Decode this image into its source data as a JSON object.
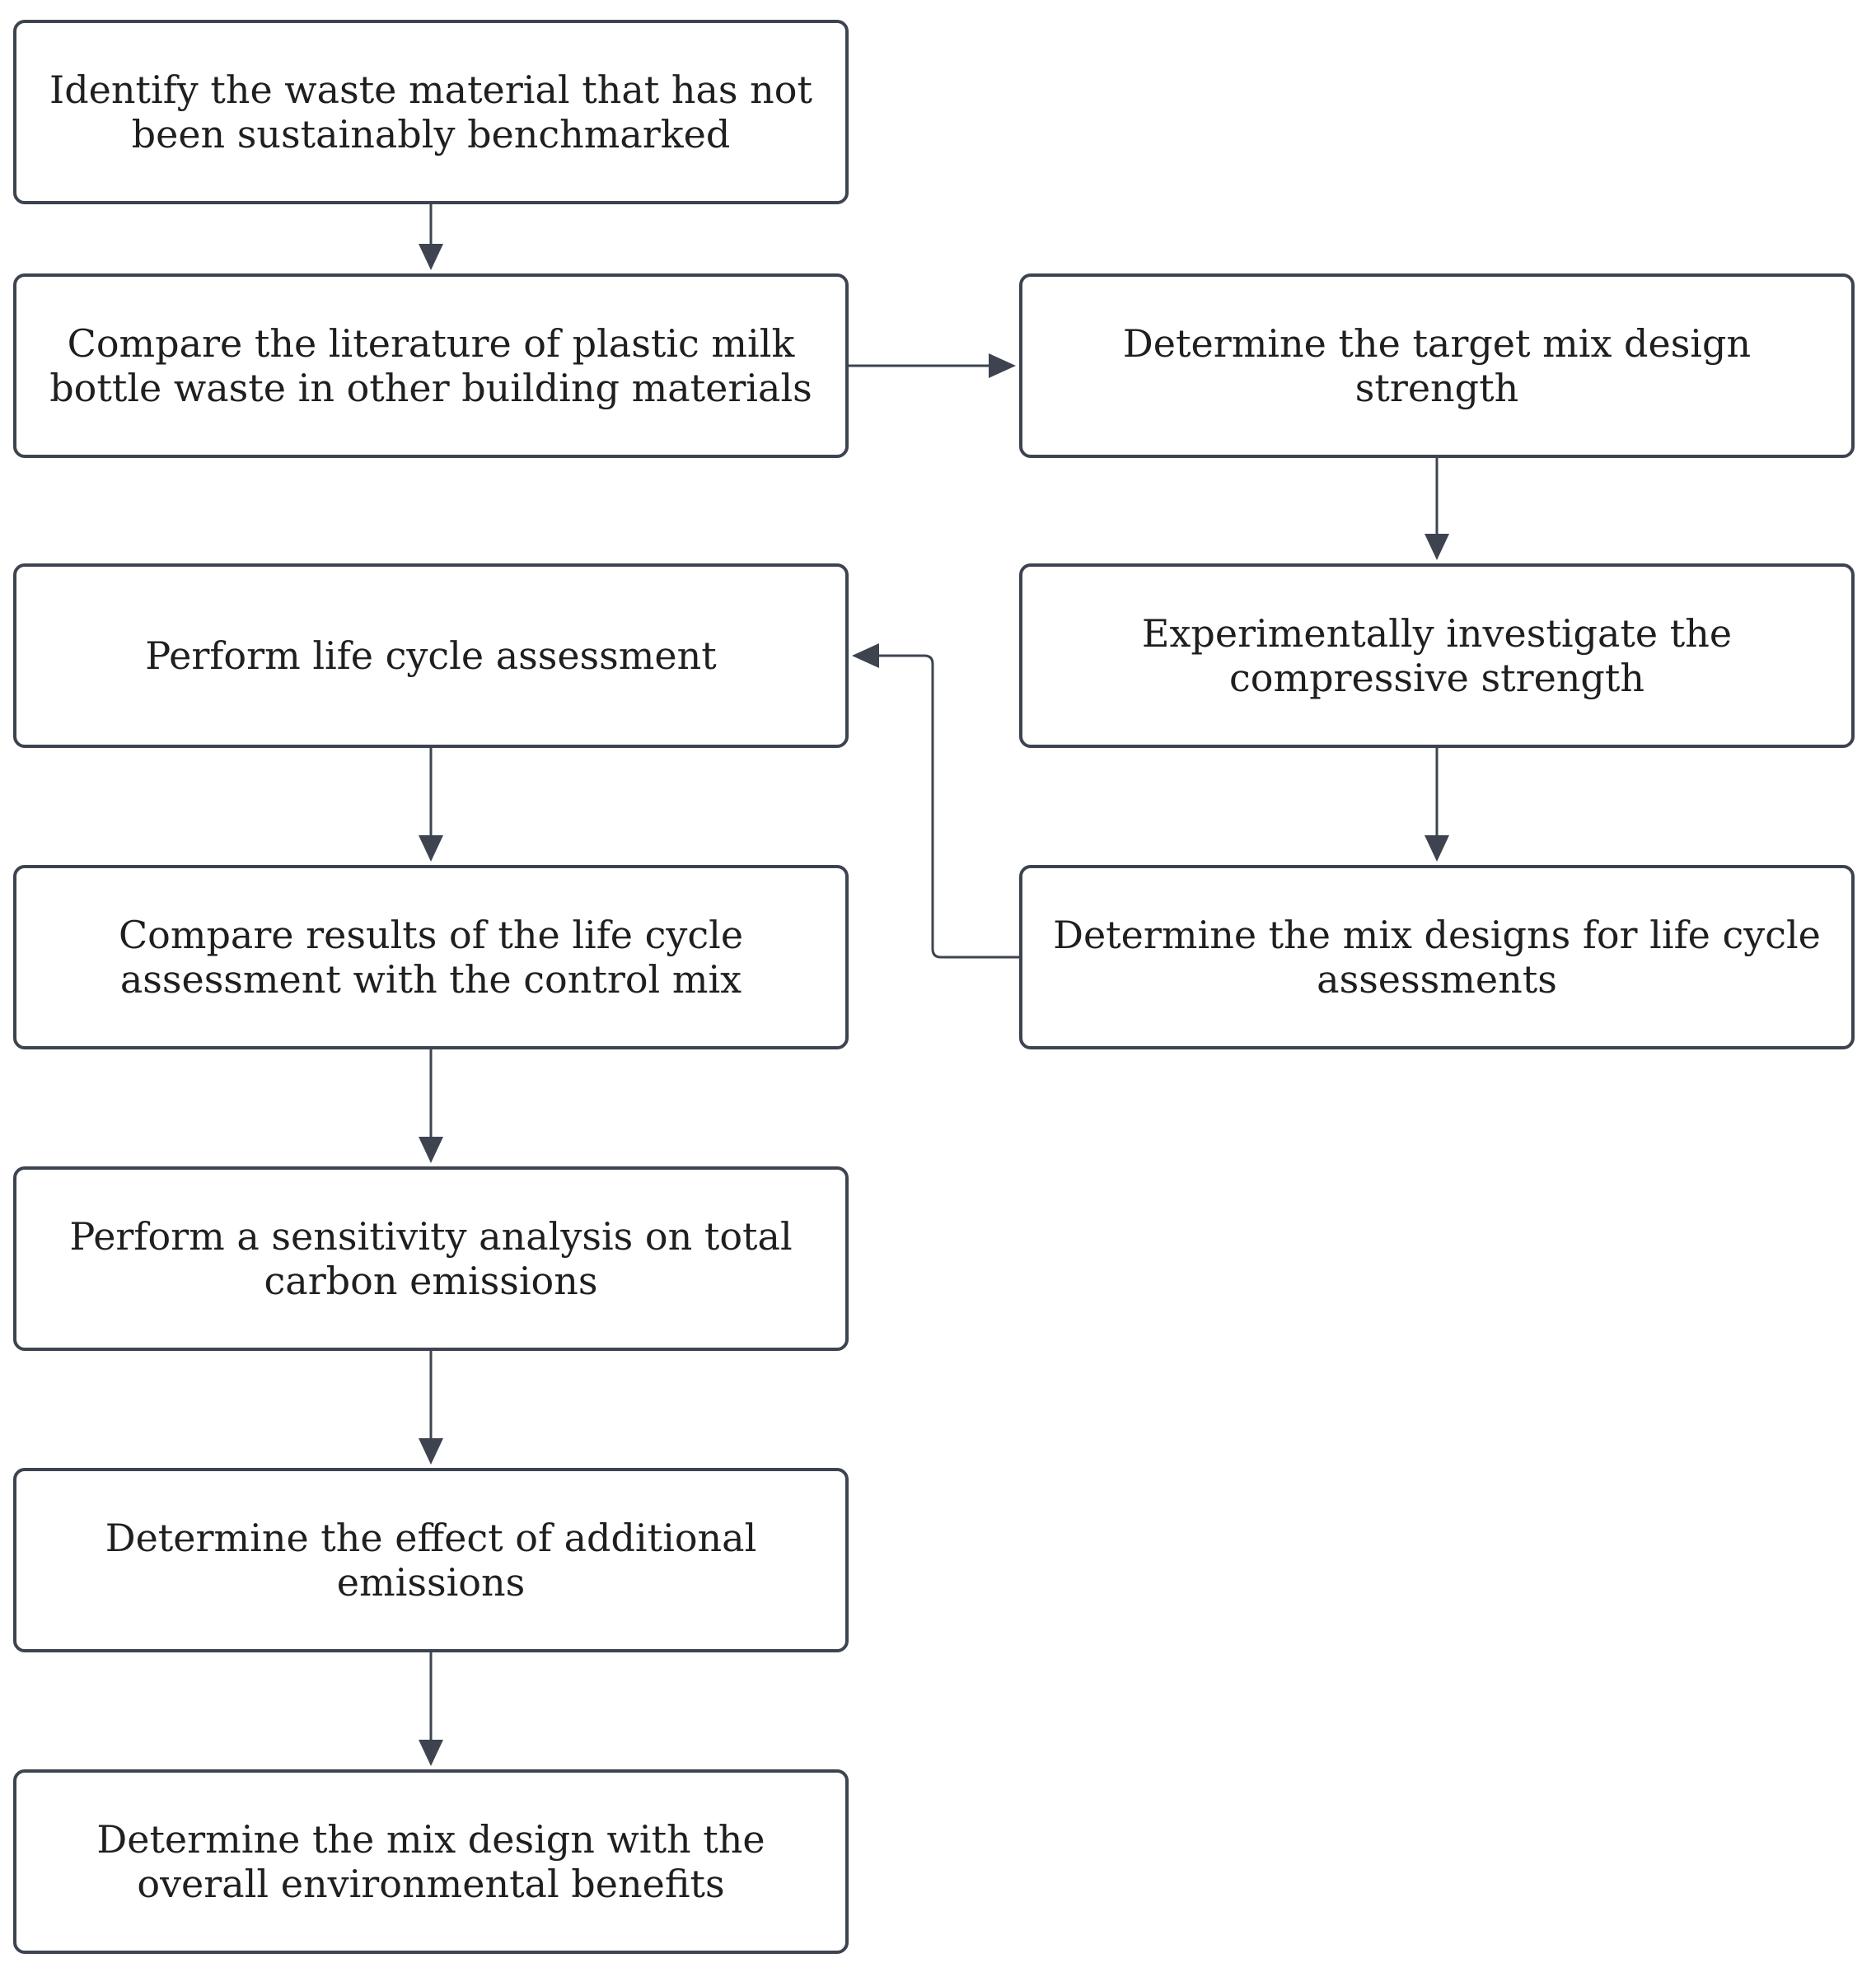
{
  "colors": {
    "node_border": "#3d4450",
    "connector": "#3d4450",
    "text": "#1f1f1f",
    "background": "#ffffff"
  },
  "nodes": {
    "identify": "Identify the waste material that has not been sustainably benchmarked",
    "compare_literature": "Compare the literature of plastic milk bottle waste in other building materials",
    "target_strength": "Determine the target mix design strength",
    "investigate_strength": "Experimentally investigate the compressive strength",
    "mix_designs_lca": "Determine the mix designs for life cycle assessments",
    "perform_lca": "Perform life cycle assessment",
    "compare_results": "Compare results of the life cycle assessment with the control mix",
    "sensitivity": "Perform a sensitivity analysis on total carbon emissions",
    "additional_emissions": "Determine the effect of additional emissions",
    "overall_benefits": "Determine the mix design with the overall environmental benefits"
  },
  "edges": [
    {
      "from": "identify",
      "to": "compare_literature"
    },
    {
      "from": "compare_literature",
      "to": "target_strength"
    },
    {
      "from": "target_strength",
      "to": "investigate_strength"
    },
    {
      "from": "investigate_strength",
      "to": "mix_designs_lca"
    },
    {
      "from": "mix_designs_lca",
      "to": "perform_lca"
    },
    {
      "from": "perform_lca",
      "to": "compare_results"
    },
    {
      "from": "compare_results",
      "to": "sensitivity"
    },
    {
      "from": "sensitivity",
      "to": "additional_emissions"
    },
    {
      "from": "additional_emissions",
      "to": "overall_benefits"
    }
  ]
}
